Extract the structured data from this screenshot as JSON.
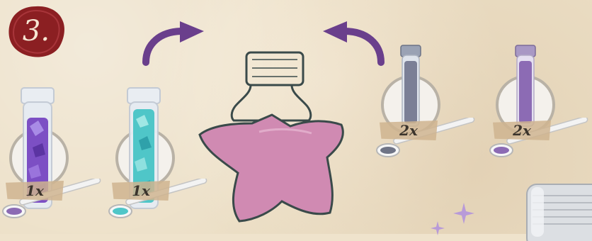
{
  "step": {
    "number": "3."
  },
  "ingredients": [
    {
      "name": "purple-glitter-tube",
      "quantity": "1x",
      "color": "#7c4fc4"
    },
    {
      "name": "teal-glitter-tube",
      "quantity": "1x",
      "color": "#4fc6c8"
    },
    {
      "name": "grey-powder-tube",
      "quantity": "2x",
      "color": "#7b7f96"
    },
    {
      "name": "purple-powder-tube",
      "quantity": "2x",
      "color": "#8c6bb4"
    }
  ],
  "bottle": {
    "shape": "star",
    "fill_color": "#d08ab2"
  },
  "colors": {
    "seal": "#8b1f22",
    "arrow": "#6a3f8c",
    "label": "#cfb48f"
  }
}
